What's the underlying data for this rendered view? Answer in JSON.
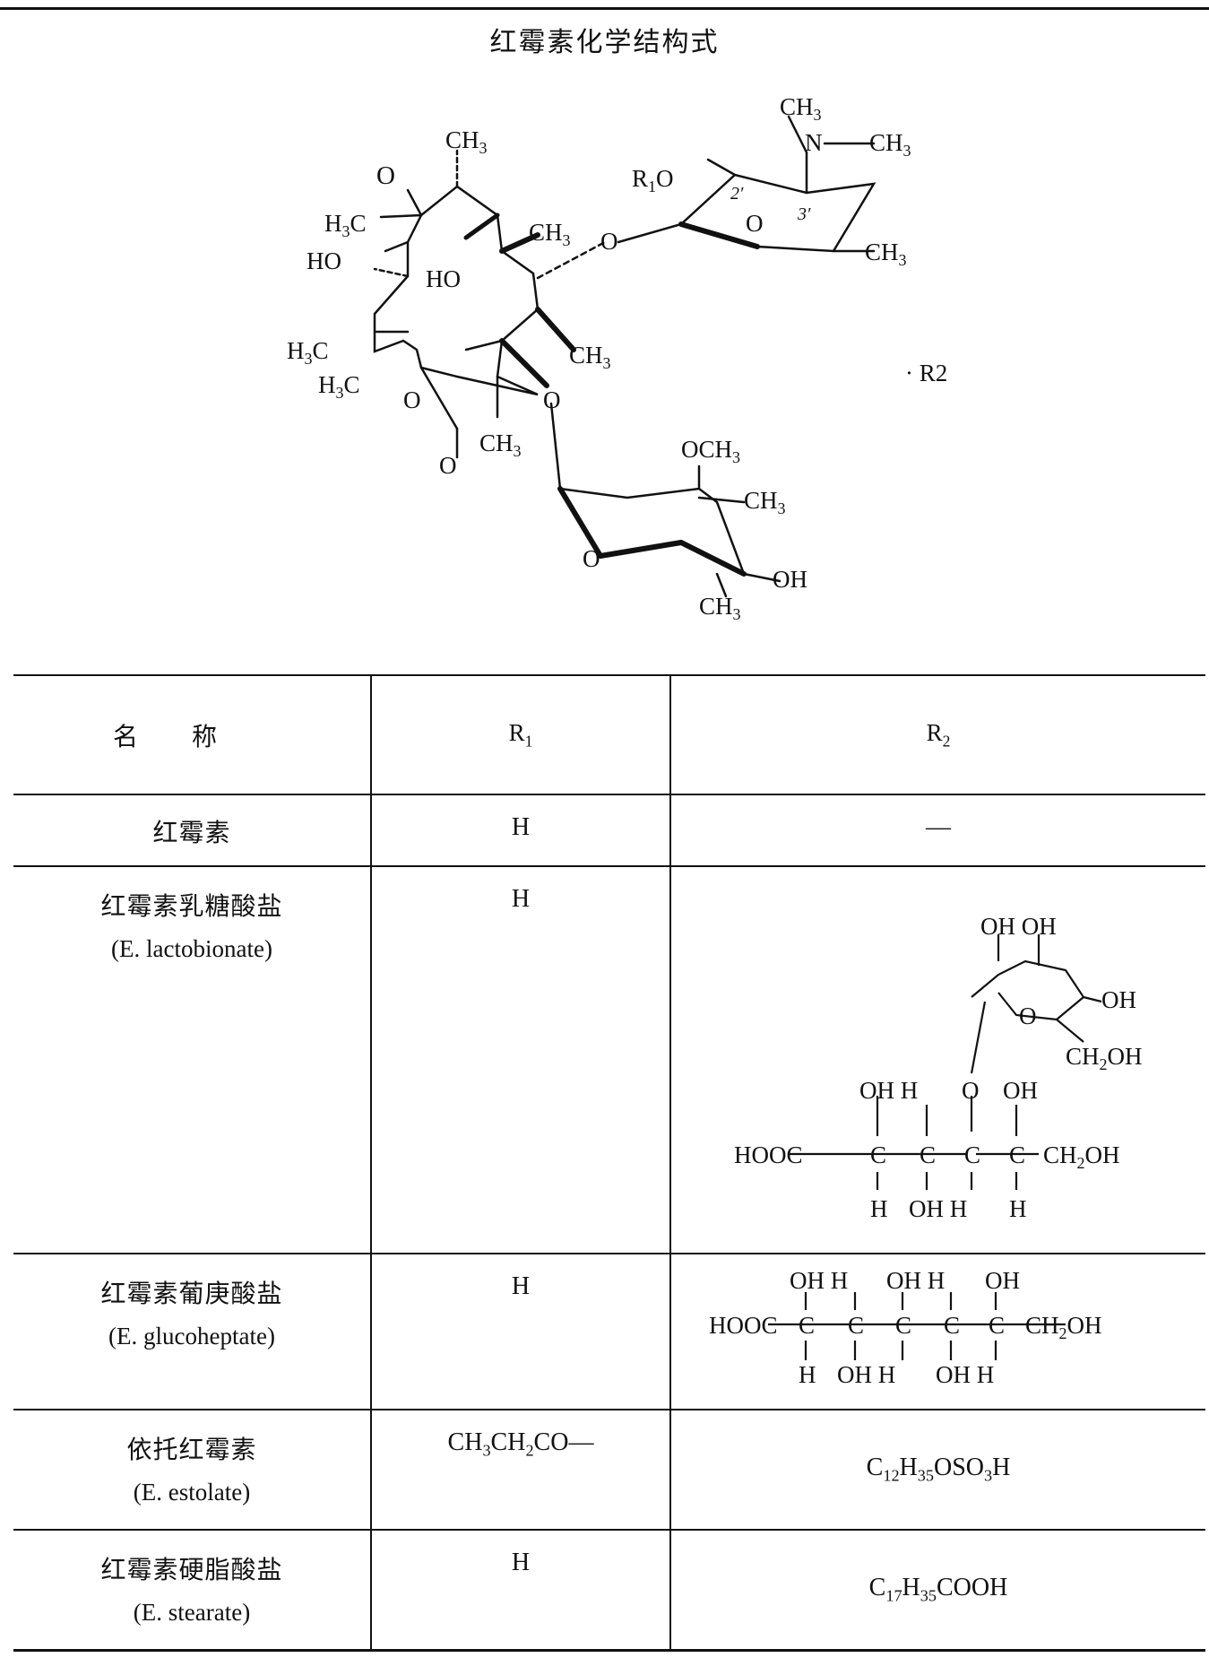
{
  "title": "红霉素化学结构式",
  "structure": {
    "salt_label": "· R2",
    "atoms": {
      "ch3": "CH",
      "three": "3",
      "n": "N",
      "r1o": "R",
      "one": "1",
      "o": "O",
      "pos2": "2′",
      "pos3": "3′",
      "h3c": "H",
      "c": "C",
      "ho": "HO",
      "och3": "OCH",
      "oh": "OH"
    }
  },
  "table": {
    "headers": {
      "name": "名称",
      "r1": "R1",
      "r2": "R2"
    },
    "rows": [
      {
        "name_cn": "红霉素",
        "name_en": "",
        "r1": "H",
        "r2": "—"
      },
      {
        "name_cn": "红霉素乳糖酸盐",
        "name_en": "(E. lactobionate)",
        "r1": "H",
        "r2": ""
      },
      {
        "name_cn": "红霉素葡庚酸盐",
        "name_en": "(E. glucoheptate)",
        "r1": "H",
        "r2": ""
      },
      {
        "name_cn": "依托红霉素",
        "name_en": "(E. estolate)",
        "r1": "CH3CH2CO—",
        "r2": "C12H35OSO3H"
      },
      {
        "name_cn": "红霉素硬脂酸盐",
        "name_en": "(E. stearate)",
        "r1": "H",
        "r2": "C17H35COOH"
      }
    ]
  },
  "formula_parts": {
    "hooc": "HOOC",
    "ch2oh": "CH2OH",
    "oh": "OH",
    "h": "H",
    "c": "C",
    "o": "O",
    "ohh": "OH H"
  }
}
